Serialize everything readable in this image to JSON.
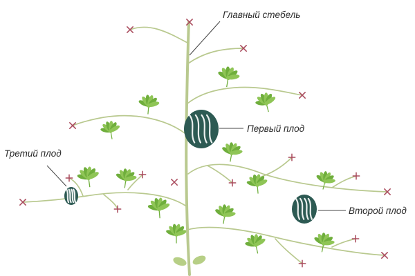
{
  "labels": {
    "main_stem": "Главный стебель",
    "first_fruit": "Первый плод",
    "second_fruit": "Второй плод",
    "third_fruit": "Третий плод"
  },
  "colors": {
    "vine": "#b9c98f",
    "leaf": "#8fc556",
    "leaf_dark": "#6fae3c",
    "fruit": "#2d5a53",
    "cut_mark": "#a94a5c",
    "seedling": "#b7cf86"
  },
  "icons": {
    "pinch_point": "cross-mark",
    "new_shoot_point": "plus-mark"
  }
}
